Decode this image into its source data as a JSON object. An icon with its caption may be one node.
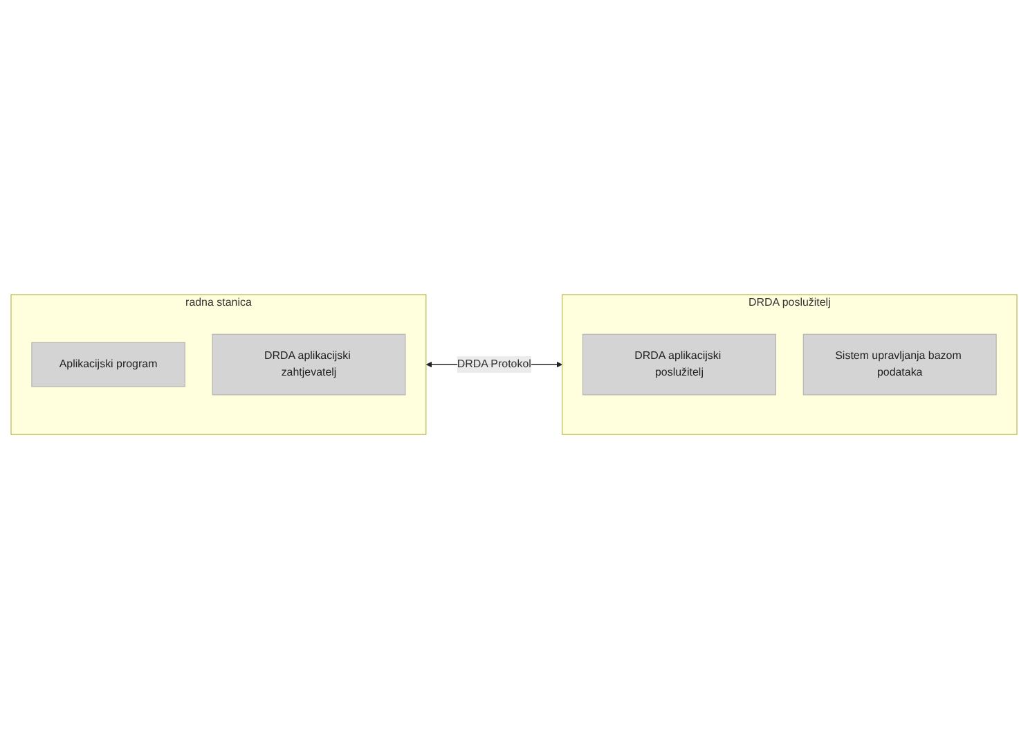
{
  "diagram": {
    "nodes": [
      {
        "text": [
          "radna stanica"
        ]
      },
      {
        "text": [
          "Aplikacijski program"
        ],
        "in": 0
      },
      {
        "text": [
          "DRDA aplikacijski zahtjevatelj"
        ],
        "in": 0
      },
      {
        "text": [
          "DRDA poslužitelj"
        ]
      },
      {
        "text": [
          "DRDA aplikacijski poslužitelj"
        ],
        "in": 3
      },
      {
        "text": [
          "Sistem upravljanja bazom podataka"
        ],
        "in": 3
      }
    ],
    "edges": [
      {
        "from": 0,
        "to": 3,
        "arrow": "both",
        "label": "DRDA Protokol"
      }
    ]
  }
}
